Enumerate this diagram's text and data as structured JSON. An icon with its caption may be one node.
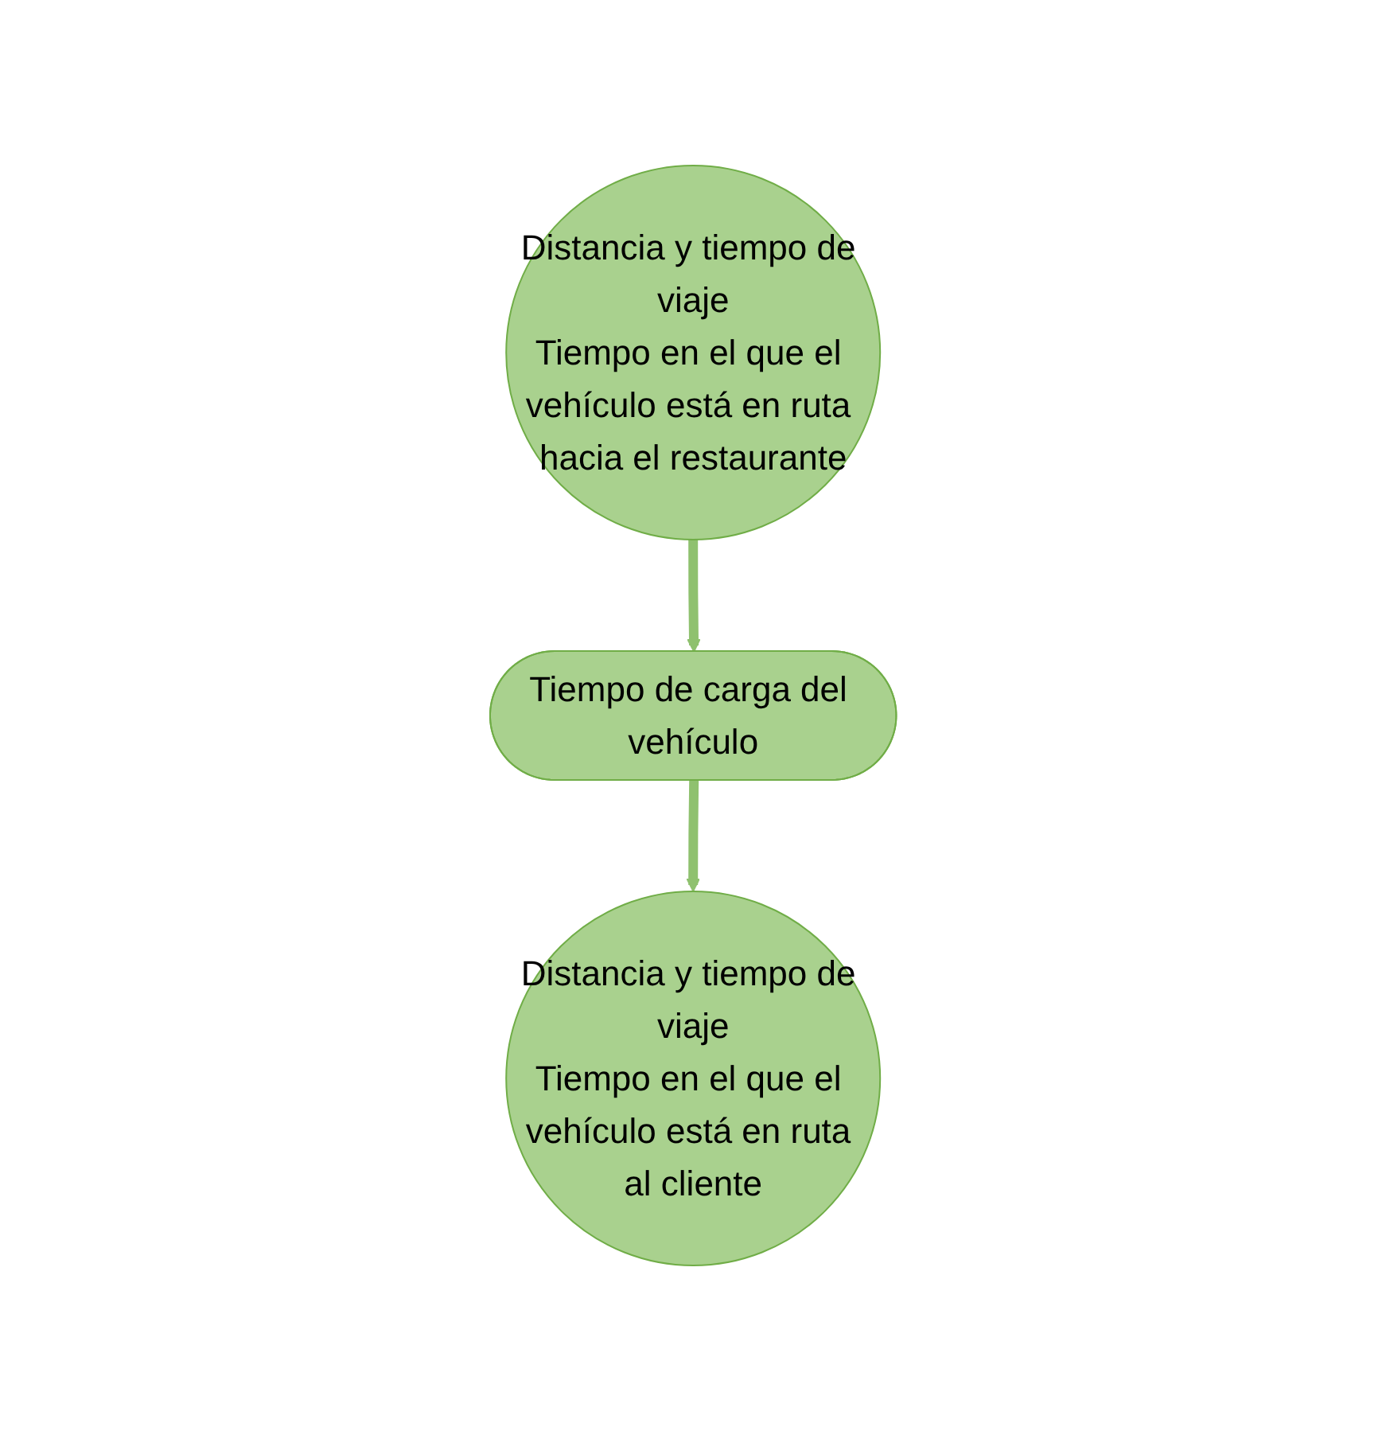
{
  "diagram": {
    "nodes": [
      {
        "text": [
          "Distancia y tiempo de viaje",
          "Tiempo en el que el vehículo está en ruta hacia el restaurante"
        ]
      },
      {
        "text": [
          "Tiempo de carga del vehículo"
        ]
      },
      {
        "text": [
          "Distancia y tiempo de viaje",
          "Tiempo en el que el vehículo está en ruta al cliente"
        ]
      }
    ],
    "edges": [
      {
        "from": 0,
        "to": 1,
        "arrow": "to"
      },
      {
        "from": 1,
        "to": 2,
        "arrow": "to"
      }
    ]
  }
}
